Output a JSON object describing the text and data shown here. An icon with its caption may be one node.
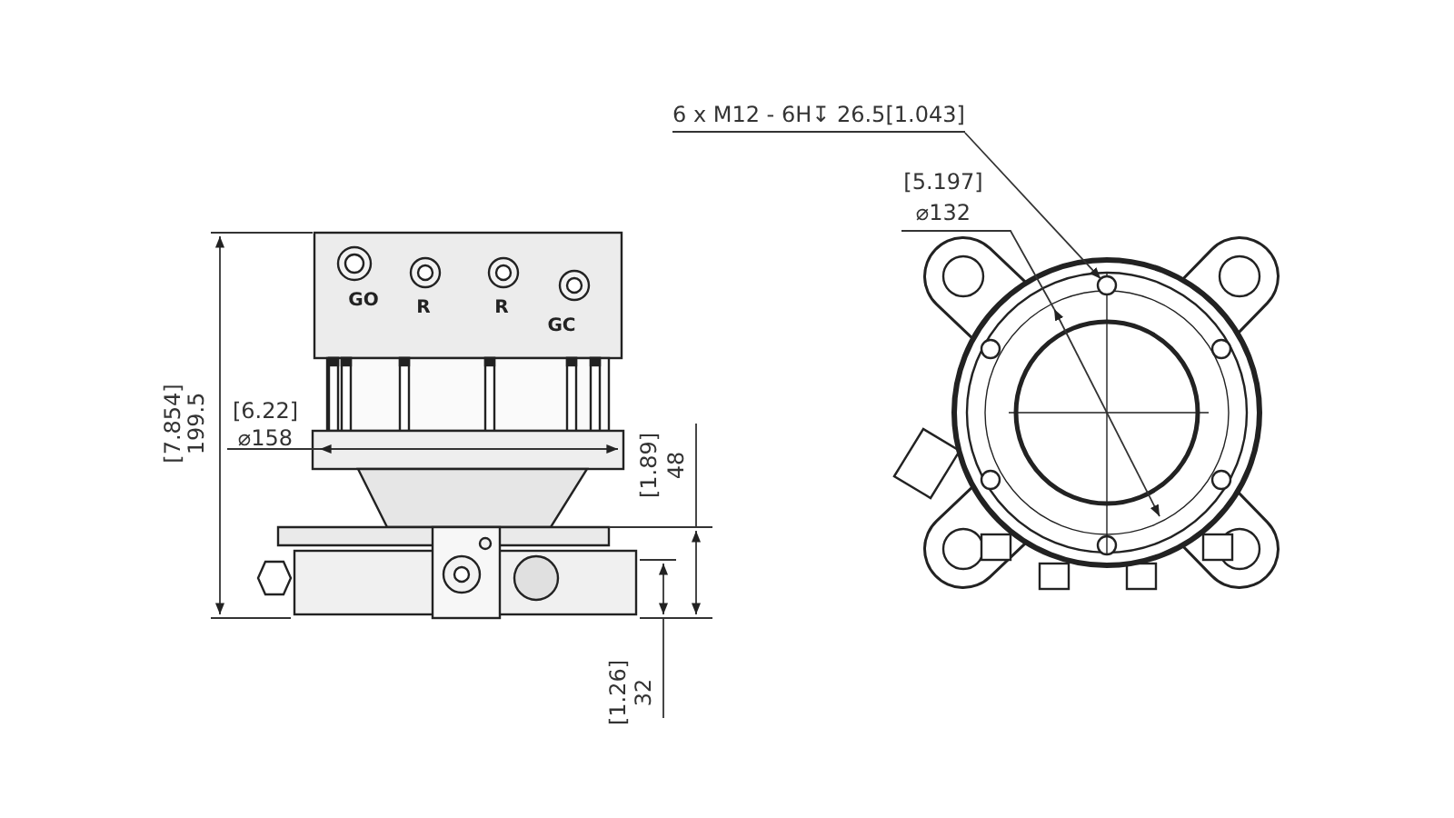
{
  "diagram": {
    "nodes": [
      {
        "text": [
          "6 x M12 - 6H↧ 26.5[1.043]"
        ]
      },
      {
        "text": [],
        "shape": "circle"
      }
    ],
    "edges": [
      {
        "from": 0,
        "to": 1,
        "arrow": "to"
      }
    ],
    "labels": [
      "GO",
      "R",
      "R",
      "GC",
      "[7.854]",
      "199.5",
      "[6.22]",
      "⌀158",
      "[1.89]",
      "48",
      "[1.26]",
      "32",
      "[5.197]",
      "⌀132"
    ]
  }
}
